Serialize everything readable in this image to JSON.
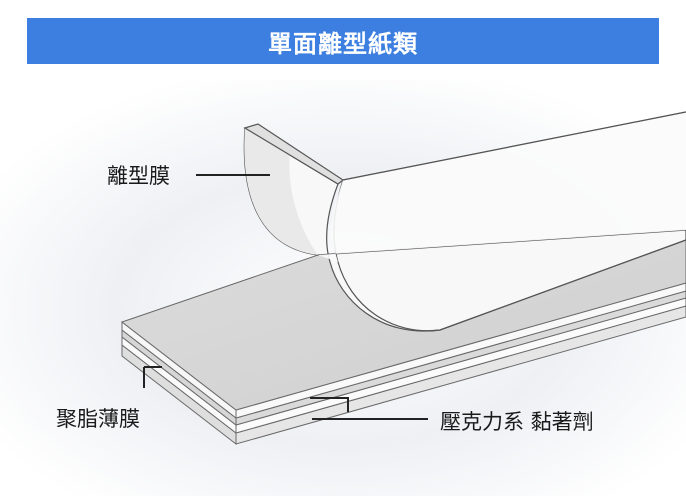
{
  "title": "單面離型紙類",
  "labels": {
    "release_film": "離型膜",
    "polyester_film": "聚脂薄膜",
    "adhesive": "壓克力系 黏著劑"
  },
  "colors": {
    "title_bar": "#3d7fe0",
    "title_text": "#ffffff",
    "background_glow": "#e9ecf1",
    "layer_face": "#d4d4d4",
    "layer_light": "#f2f2f2",
    "edge_line": "#555555"
  }
}
